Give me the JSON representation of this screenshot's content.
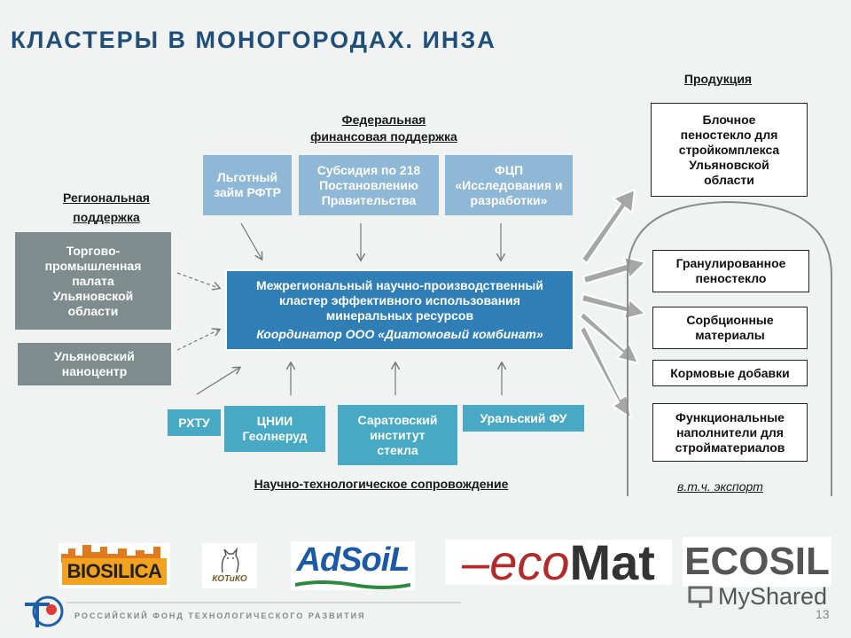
{
  "slide": {
    "title": "КЛАСТЕРЫ В МОНОГОРОДАХ. ИНЗА",
    "page_number": "13"
  },
  "labels": {
    "federal_line1": "Федеральная",
    "federal_line2": "финансовая поддержка",
    "regional_line1": "Региональная",
    "regional_line2": "поддержка",
    "products": "Продукция",
    "scientific": "Научно-технологическое сопровождение",
    "export": "в.т.ч. экспорт"
  },
  "federal_boxes": [
    "Льготный займ РФТР",
    "Субсидия по 218 Постановлению Правительства",
    "ФЦП «Исследования и разработки»"
  ],
  "regional_boxes": [
    "Торгово-промышленная палата Ульяновской области",
    "Ульяновский наноцентр"
  ],
  "center": {
    "main": "Межрегиональный научно-производственный кластер эффективного использования минеральных ресурсов",
    "coordinator": "Координатор ООО «Диатомовый комбинат»"
  },
  "science_boxes": [
    "РХТУ",
    "ЦНИИ Геолнеруд",
    "Саратовский институт стекла",
    "Уральский ФУ"
  ],
  "products": [
    "Блочное пеностекло для стройкомплекса Ульяновской области",
    "Гранулированное пеностекло",
    "Сорбционные материалы",
    "Кормовые добавки",
    "Функциональные наполнители для стройматериалов"
  ],
  "logos": {
    "biosilica": "BIOSILICA",
    "kotiko": "КОТиКО",
    "adsoil": "AdSoiL",
    "ecomat_eco": "–eco",
    "ecomat_mat": "Mat",
    "ecosil": "ECOSIL",
    "myshared": "MyShared"
  },
  "footer": {
    "org": "РОССИЙСКИЙ ФОНД ТЕХНОЛОГИЧЕСКОГО РАЗВИТИЯ"
  },
  "colors": {
    "title": "#1f4e79",
    "federal_box": "#8fb7d6",
    "science_box": "#47a9c4",
    "regional_box": "#7f8c8d",
    "center_box": "#2f7fb6",
    "arrow": "#9a9a9a"
  }
}
